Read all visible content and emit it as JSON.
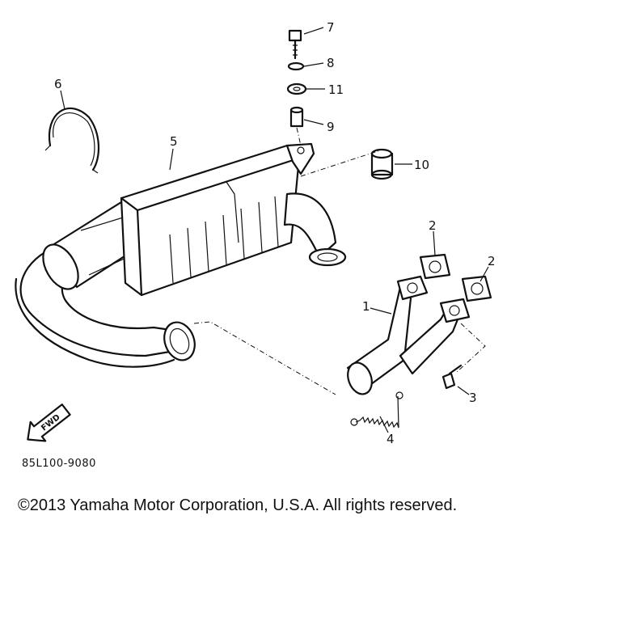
{
  "callouts": {
    "c1": "1",
    "c2a": "2",
    "c2b": "2",
    "c3": "3",
    "c4": "4",
    "c5": "5",
    "c6": "6",
    "c7": "7",
    "c8": "8",
    "c9": "9",
    "c10": "10",
    "c11": "11"
  },
  "fwd_label": "FWD",
  "part_code": "85L100-9080",
  "copyright": "©2013 Yamaha Motor Corporation, U.S.A. All rights reserved."
}
